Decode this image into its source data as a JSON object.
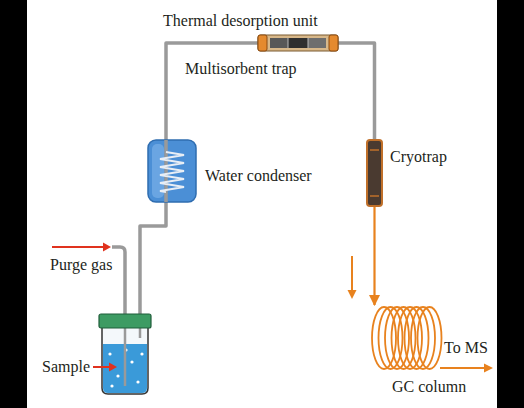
{
  "diagram": {
    "nodes": [
      {
        "text": [
          "Thermal desorption unit"
        ]
      },
      {
        "text": [
          "Multisorbent trap"
        ],
        "in": 0
      },
      {
        "text": [
          "Water condenser"
        ]
      },
      {
        "text": [
          "Cryotrap"
        ]
      },
      {
        "text": [
          "Sample"
        ]
      },
      {
        "text": [
          "GC column"
        ]
      }
    ],
    "edges": [
      {
        "from": 4,
        "to": 2,
        "arrow": "none"
      },
      {
        "from": 2,
        "to": 0,
        "arrow": "none"
      },
      {
        "from": 0,
        "to": 3,
        "arrow": "none"
      },
      {
        "from": 3,
        "to": 5,
        "arrow": "to"
      }
    ],
    "labels": [
      "Purge gas",
      "To MS"
    ]
  }
}
